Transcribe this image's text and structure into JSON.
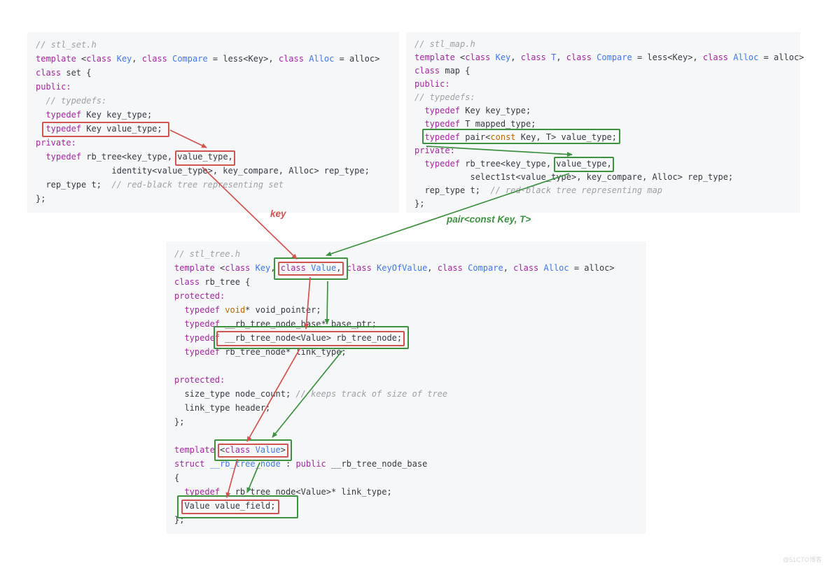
{
  "colors": {
    "page_bg": "#ffffff",
    "panel_bg": "#f5f7f9",
    "code_plain": "#383a42",
    "code_keyword": "#a626a4",
    "code_type": "#4078f2",
    "code_builtin": "#b76b01",
    "code_comment": "#a0a1a7",
    "highlight_red": "#d0544f",
    "highlight_green": "#3f9142",
    "watermark": "#d9d9d9"
  },
  "annotations": {
    "set_arrow_label": "key",
    "map_arrow_label": "pair<const Key, T>"
  },
  "watermark": {
    "text": "@51CTO博客"
  },
  "code_blocks": {
    "stl_set": {
      "file": "stl_set.h",
      "lines": [
        [
          [
            "c",
            "// stl_set.h"
          ]
        ],
        [
          [
            "k",
            "template"
          ],
          [
            "p",
            " <"
          ],
          [
            "k",
            "class"
          ],
          [
            "p",
            " "
          ],
          [
            "t",
            "Key"
          ],
          [
            "p",
            ", "
          ],
          [
            "k",
            "class"
          ],
          [
            "p",
            " "
          ],
          [
            "t",
            "Compare"
          ],
          [
            "p",
            " = less<Key>, "
          ],
          [
            "k",
            "class"
          ],
          [
            "p",
            " "
          ],
          [
            "t",
            "Alloc"
          ],
          [
            "p",
            " = alloc>"
          ]
        ],
        [
          [
            "k",
            "class"
          ],
          [
            "p",
            " set {"
          ]
        ],
        [
          [
            "k",
            "public:"
          ]
        ],
        [
          [
            "p",
            "  "
          ],
          [
            "c",
            "// typedefs:"
          ]
        ],
        [
          [
            "p",
            "  "
          ],
          [
            "k",
            "typedef"
          ],
          [
            "p",
            " Key key_type;"
          ]
        ],
        [
          [
            "p",
            "  "
          ],
          [
            "k",
            "typedef"
          ],
          [
            "p",
            " Key value_type;"
          ]
        ],
        [
          [
            "k",
            "private:"
          ]
        ],
        [
          [
            "p",
            "  "
          ],
          [
            "k",
            "typedef"
          ],
          [
            "p",
            " rb_tree<key_type, value_type,"
          ]
        ],
        [
          [
            "p",
            "               identity<value_type>, key_compare, Alloc> rep_type;"
          ]
        ],
        [
          [
            "p",
            "  rep_type t;  "
          ],
          [
            "c",
            "// red-black tree representing set"
          ]
        ],
        [
          [
            "p",
            "};"
          ]
        ]
      ]
    },
    "stl_map": {
      "file": "stl_map.h",
      "lines": [
        [
          [
            "c",
            "// stl_map.h"
          ]
        ],
        [
          [
            "k",
            "template"
          ],
          [
            "p",
            " <"
          ],
          [
            "k",
            "class"
          ],
          [
            "p",
            " "
          ],
          [
            "t",
            "Key"
          ],
          [
            "p",
            ", "
          ],
          [
            "k",
            "class"
          ],
          [
            "p",
            " "
          ],
          [
            "t",
            "T"
          ],
          [
            "p",
            ", "
          ],
          [
            "k",
            "class"
          ],
          [
            "p",
            " "
          ],
          [
            "t",
            "Compare"
          ],
          [
            "p",
            " = less<Key>, "
          ],
          [
            "k",
            "class"
          ],
          [
            "p",
            " "
          ],
          [
            "t",
            "Alloc"
          ],
          [
            "p",
            " = alloc>"
          ]
        ],
        [
          [
            "k",
            "class"
          ],
          [
            "p",
            " map {"
          ]
        ],
        [
          [
            "k",
            "public:"
          ]
        ],
        [
          [
            "c",
            "// typedefs:"
          ]
        ],
        [
          [
            "p",
            "  "
          ],
          [
            "k",
            "typedef"
          ],
          [
            "p",
            " Key key_type;"
          ]
        ],
        [
          [
            "p",
            "  "
          ],
          [
            "k",
            "typedef"
          ],
          [
            "p",
            " T mapped_type;"
          ]
        ],
        [
          [
            "p",
            "  "
          ],
          [
            "k",
            "typedef"
          ],
          [
            "p",
            " pair<"
          ],
          [
            "b",
            "const"
          ],
          [
            "p",
            " Key, T> value_type;"
          ]
        ],
        [
          [
            "k",
            "private:"
          ]
        ],
        [
          [
            "p",
            "  "
          ],
          [
            "k",
            "typedef"
          ],
          [
            "p",
            " rb_tree<key_type, value_type,"
          ]
        ],
        [
          [
            "p",
            "           select1st<value_type>, key_compare, Alloc> rep_type;"
          ]
        ],
        [
          [
            "p",
            "  rep_type t;  "
          ],
          [
            "c",
            "// red-black tree representing map"
          ]
        ],
        [
          [
            "p",
            "};"
          ]
        ]
      ]
    },
    "stl_tree": {
      "file": "stl_tree.h",
      "lines": [
        [
          [
            "c",
            "// stl_tree.h"
          ]
        ],
        [
          [
            "k",
            "template"
          ],
          [
            "p",
            " <"
          ],
          [
            "k",
            "class"
          ],
          [
            "p",
            " "
          ],
          [
            "t",
            "Key"
          ],
          [
            "p",
            ", "
          ],
          [
            "k",
            "class"
          ],
          [
            "p",
            " "
          ],
          [
            "t",
            "Value"
          ],
          [
            "p",
            ", "
          ],
          [
            "k",
            "class"
          ],
          [
            "p",
            " "
          ],
          [
            "t",
            "KeyOfValue"
          ],
          [
            "p",
            ", "
          ],
          [
            "k",
            "class"
          ],
          [
            "p",
            " "
          ],
          [
            "t",
            "Compare"
          ],
          [
            "p",
            ", "
          ],
          [
            "k",
            "class"
          ],
          [
            "p",
            " "
          ],
          [
            "t",
            "Alloc"
          ],
          [
            "p",
            " = alloc>"
          ]
        ],
        [
          [
            "k",
            "class"
          ],
          [
            "p",
            " rb_tree {"
          ]
        ],
        [
          [
            "k",
            "protected:"
          ]
        ],
        [
          [
            "p",
            "  "
          ],
          [
            "k",
            "typedef"
          ],
          [
            "p",
            " "
          ],
          [
            "b",
            "void"
          ],
          [
            "p",
            "* void_pointer;"
          ]
        ],
        [
          [
            "p",
            "  "
          ],
          [
            "k",
            "typedef"
          ],
          [
            "p",
            " __rb_tree_node_base* base_ptr;"
          ]
        ],
        [
          [
            "p",
            "  "
          ],
          [
            "k",
            "typedef"
          ],
          [
            "p",
            " __rb_tree_node<Value> rb_tree_node;"
          ]
        ],
        [
          [
            "p",
            "  "
          ],
          [
            "k",
            "typedef"
          ],
          [
            "p",
            " rb_tree_node* link_type;"
          ]
        ],
        [],
        [
          [
            "k",
            "protected:"
          ]
        ],
        [
          [
            "p",
            "  size_type node_count; "
          ],
          [
            "c",
            "// keeps track of size of tree"
          ]
        ],
        [
          [
            "p",
            "  link_type header;"
          ]
        ],
        [
          [
            "p",
            "};"
          ]
        ],
        [],
        [
          [
            "k",
            "template"
          ],
          [
            "p",
            " <"
          ],
          [
            "k",
            "class"
          ],
          [
            "p",
            " "
          ],
          [
            "t",
            "Value"
          ],
          [
            "p",
            ">"
          ]
        ],
        [
          [
            "k",
            "struct"
          ],
          [
            "p",
            " "
          ],
          [
            "t",
            "__rb_tree_node"
          ],
          [
            "p",
            " : "
          ],
          [
            "k",
            "public"
          ],
          [
            "p",
            " __rb_tree_node_base"
          ]
        ],
        [
          [
            "p",
            "{"
          ]
        ],
        [
          [
            "p",
            "  "
          ],
          [
            "k",
            "typedef"
          ],
          [
            "p",
            " __rb_tree_node<Value>* link_type;"
          ]
        ],
        [
          [
            "p",
            "  Value value_field;"
          ]
        ],
        [
          [
            "p",
            "};"
          ]
        ]
      ]
    }
  }
}
